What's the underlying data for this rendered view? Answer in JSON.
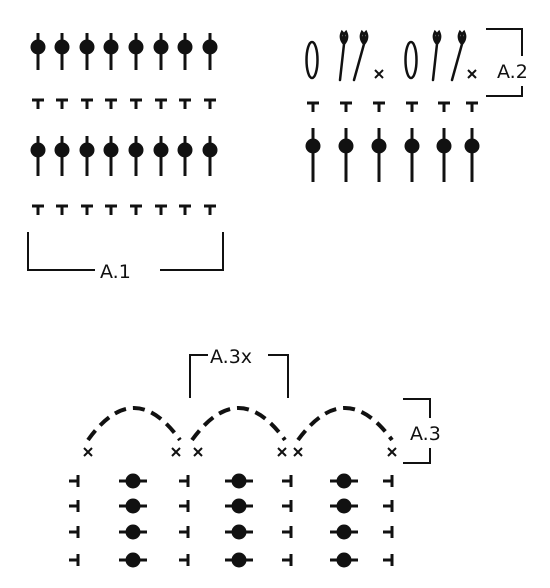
{
  "labels": {
    "a1": "A.1",
    "a2": "A.2",
    "a3": "A.3",
    "a3x": "A.3x"
  },
  "colors": {
    "ink": "#111111",
    "background": "#ffffff"
  },
  "symbols": {
    "bead_stitch": "filled-dot-on-vertical-stem",
    "tee_stitch": "t-shaped-stitch",
    "cross_stitch": "x-mark",
    "loop_stitch": "open-oval-loop",
    "leaf_stitch": "leaf-on-stem",
    "side_tee_stitch": "sideways-t-stitch",
    "arc_chain": "dashed-arc"
  },
  "charts": {
    "A1": {
      "columns": 8,
      "rows": [
        "bead",
        "tee",
        "bead",
        "tee"
      ]
    },
    "A2": {
      "columns": 6,
      "rows": [
        "loops-leaves-crosses",
        "tee",
        "bead"
      ]
    },
    "A3": {
      "repeats": 3,
      "arcs": 3,
      "rows": [
        "cross",
        "side-row",
        "side-row",
        "side-row",
        "side-row"
      ]
    }
  }
}
